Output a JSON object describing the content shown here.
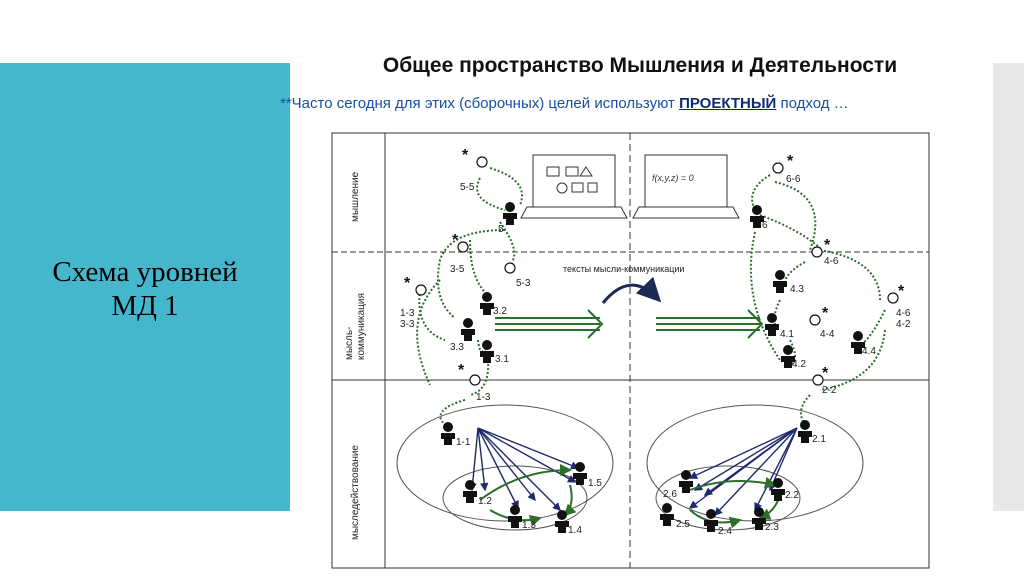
{
  "title": "Общее пространство Мышления и Деятельности",
  "subtitle": {
    "prefix": "**Часто сегодня для этих (сборочных) целей используют",
    "highlight": "ПРОЕКТНЫЙ",
    "suffix": "подход …"
  },
  "left_panel": {
    "title_line1": "Схема уровней",
    "title_line2": "МД 1"
  },
  "diagram": {
    "levels": [
      "мышление",
      "мысль-коммуникация",
      "мыследействование"
    ],
    "formula": "f(x,y,z) = 0",
    "center_label": "тексты мысли-коммуникации",
    "left_nodes": [
      "5-5",
      "5",
      "3-5",
      "5-3",
      "1-3",
      "3-3",
      "3.2",
      "3.3",
      "3.1",
      "1-3",
      "1-1",
      "1.2",
      "1.3",
      "1.4",
      "1.5"
    ],
    "right_nodes": [
      "6-6",
      "6",
      "4-6",
      "4.3",
      "4-6",
      "4-2",
      "4.1",
      "4-4",
      "4.4",
      "4.2",
      "2-2",
      "2.1",
      "2.6",
      "2.5",
      "2.4",
      "2.3",
      "2.2"
    ],
    "colors": {
      "reflexive_links": "#2d6e2a",
      "action_links": "#1f2a6e",
      "frame": "#333333"
    }
  }
}
